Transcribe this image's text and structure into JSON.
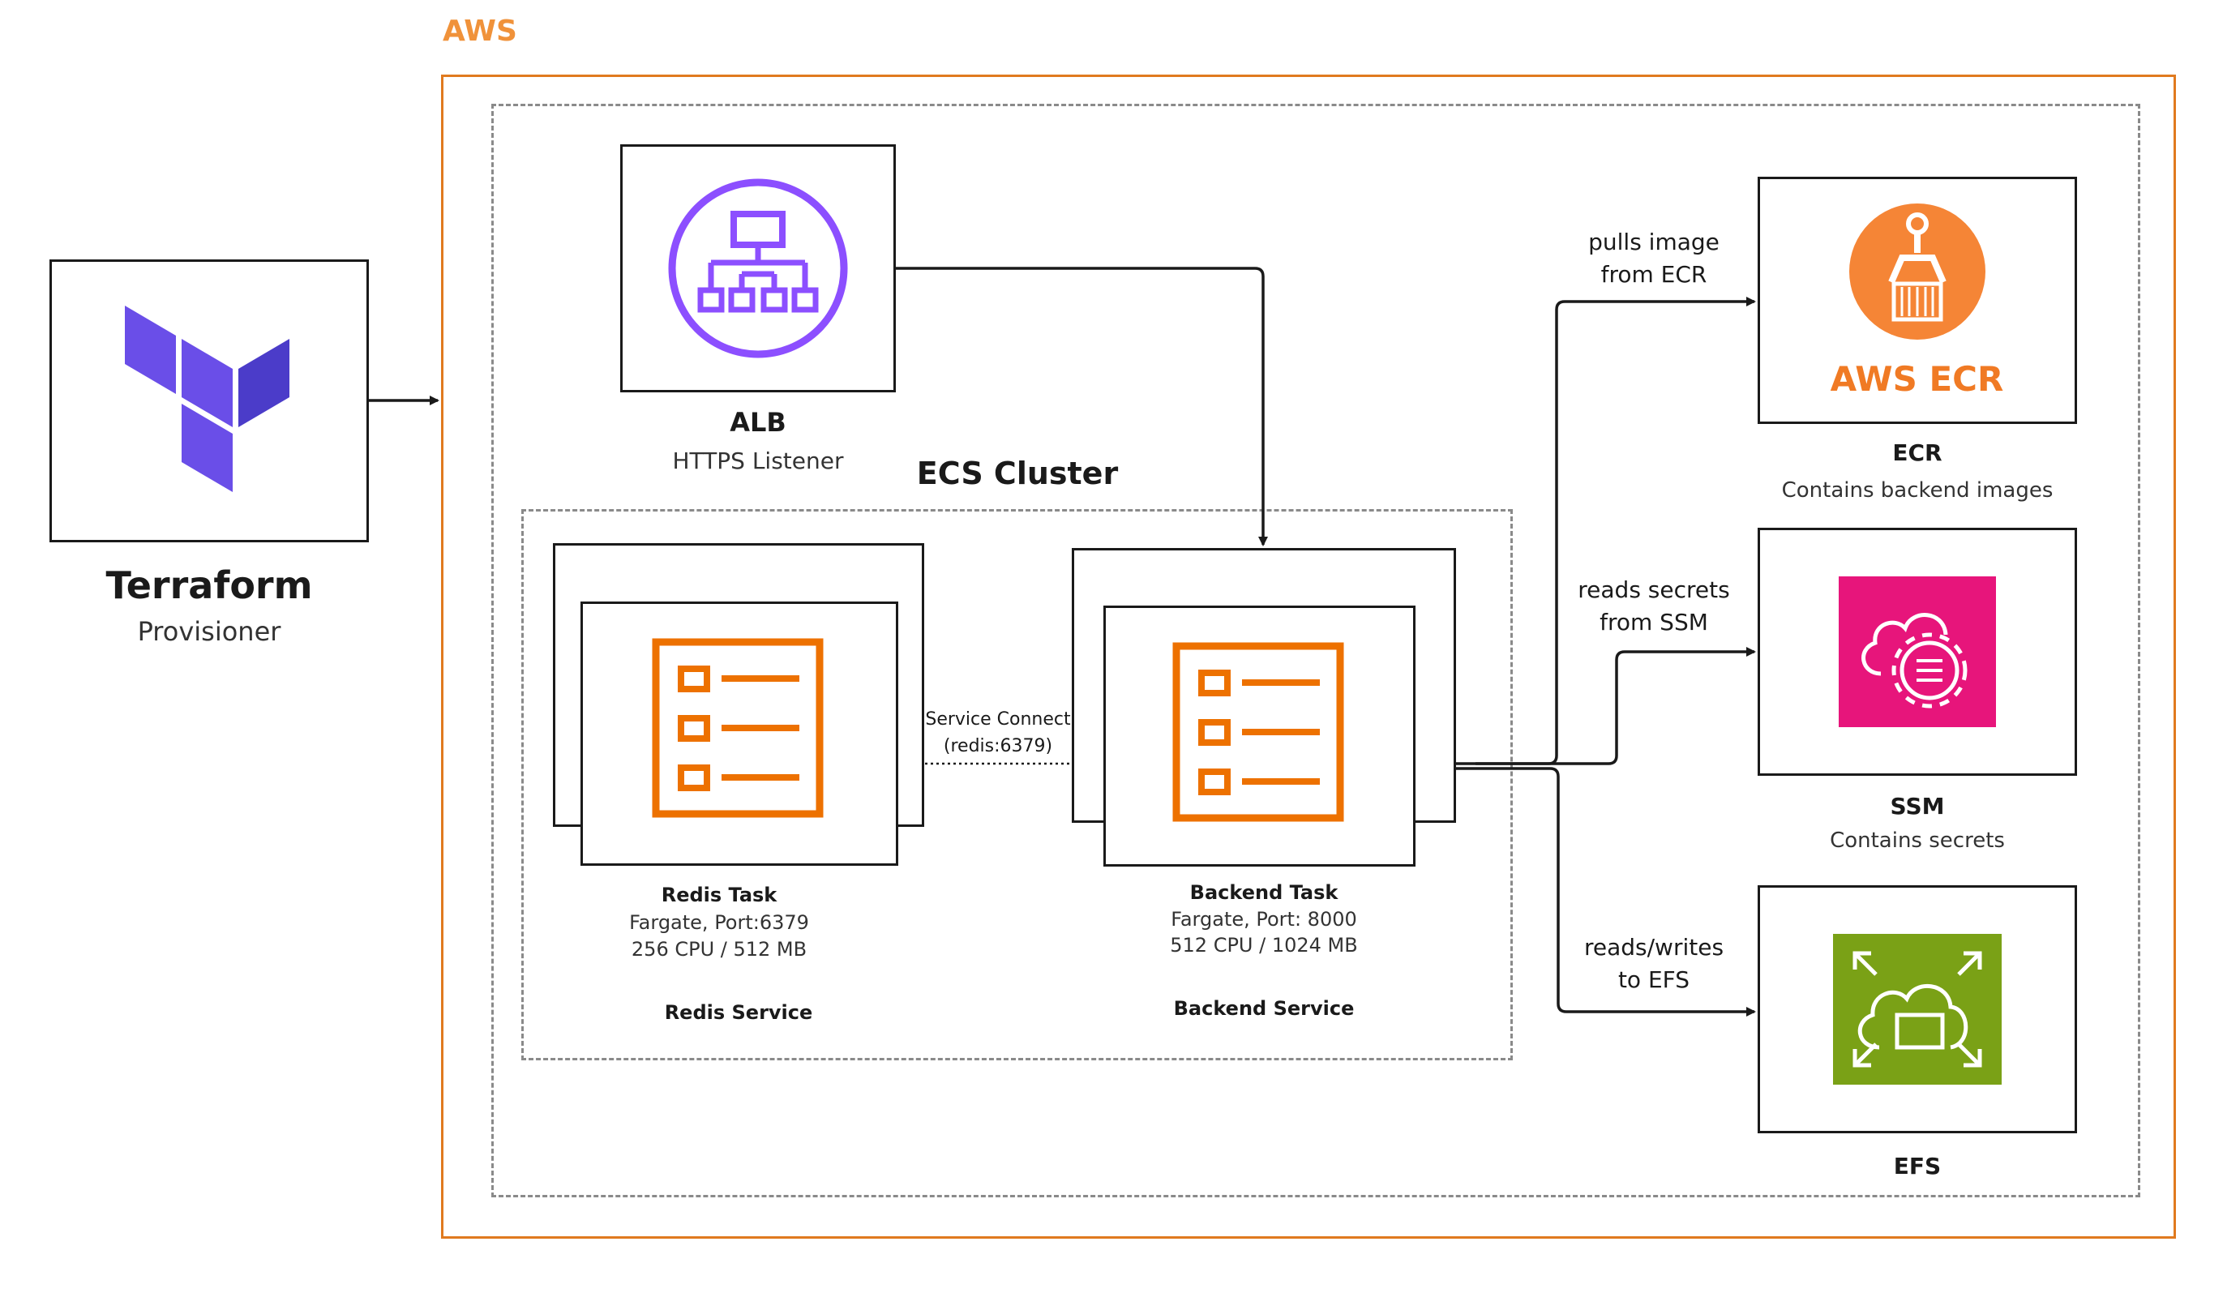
{
  "aws": {
    "label": "AWS",
    "color": "#f0923a"
  },
  "terraform": {
    "title": "Terraform",
    "subtitle": "Provisioner",
    "icon": "terraform-logo-icon",
    "color": "#6a4ee8"
  },
  "alb": {
    "title": "ALB",
    "subtitle": "HTTPS Listener",
    "icon": "load-balancer-icon",
    "color": "#8c4fff"
  },
  "ecs": {
    "title": "ECS Cluster"
  },
  "redis": {
    "task_title": "Redis Task",
    "task_line1": "Fargate, Port:6379",
    "task_line2": "256 CPU / 512 MB",
    "service_label": "Redis Service",
    "icon": "ecs-task-icon"
  },
  "backend": {
    "task_title": "Backend Task",
    "task_line1": "Fargate, Port: 8000",
    "task_line2": "512 CPU / 1024 MB",
    "service_label": "Backend Service",
    "icon": "ecs-task-icon"
  },
  "service_connect": {
    "line1": "Service Connect",
    "line2": "(redis:6379)"
  },
  "ecr": {
    "title": "ECR",
    "subtitle": "Contains backend images",
    "logo_text": "AWS ECR",
    "icon": "ecr-robot-arm-icon",
    "color": "#f58536"
  },
  "ssm": {
    "title": "SSM",
    "subtitle": "Contains secrets",
    "icon": "ssm-cloud-gear-icon",
    "color": "#e7157b"
  },
  "efs": {
    "title": "EFS",
    "icon": "efs-cloud-folder-icon",
    "color": "#7aa116"
  },
  "edges": {
    "ecr_line1": "pulls image",
    "ecr_line2": "from ECR",
    "ssm_line1": "reads secrets",
    "ssm_line2": "from SSM",
    "efs_line1": "reads/writes",
    "efs_line2": "to EFS"
  },
  "task_icon_color": "#ed7100"
}
